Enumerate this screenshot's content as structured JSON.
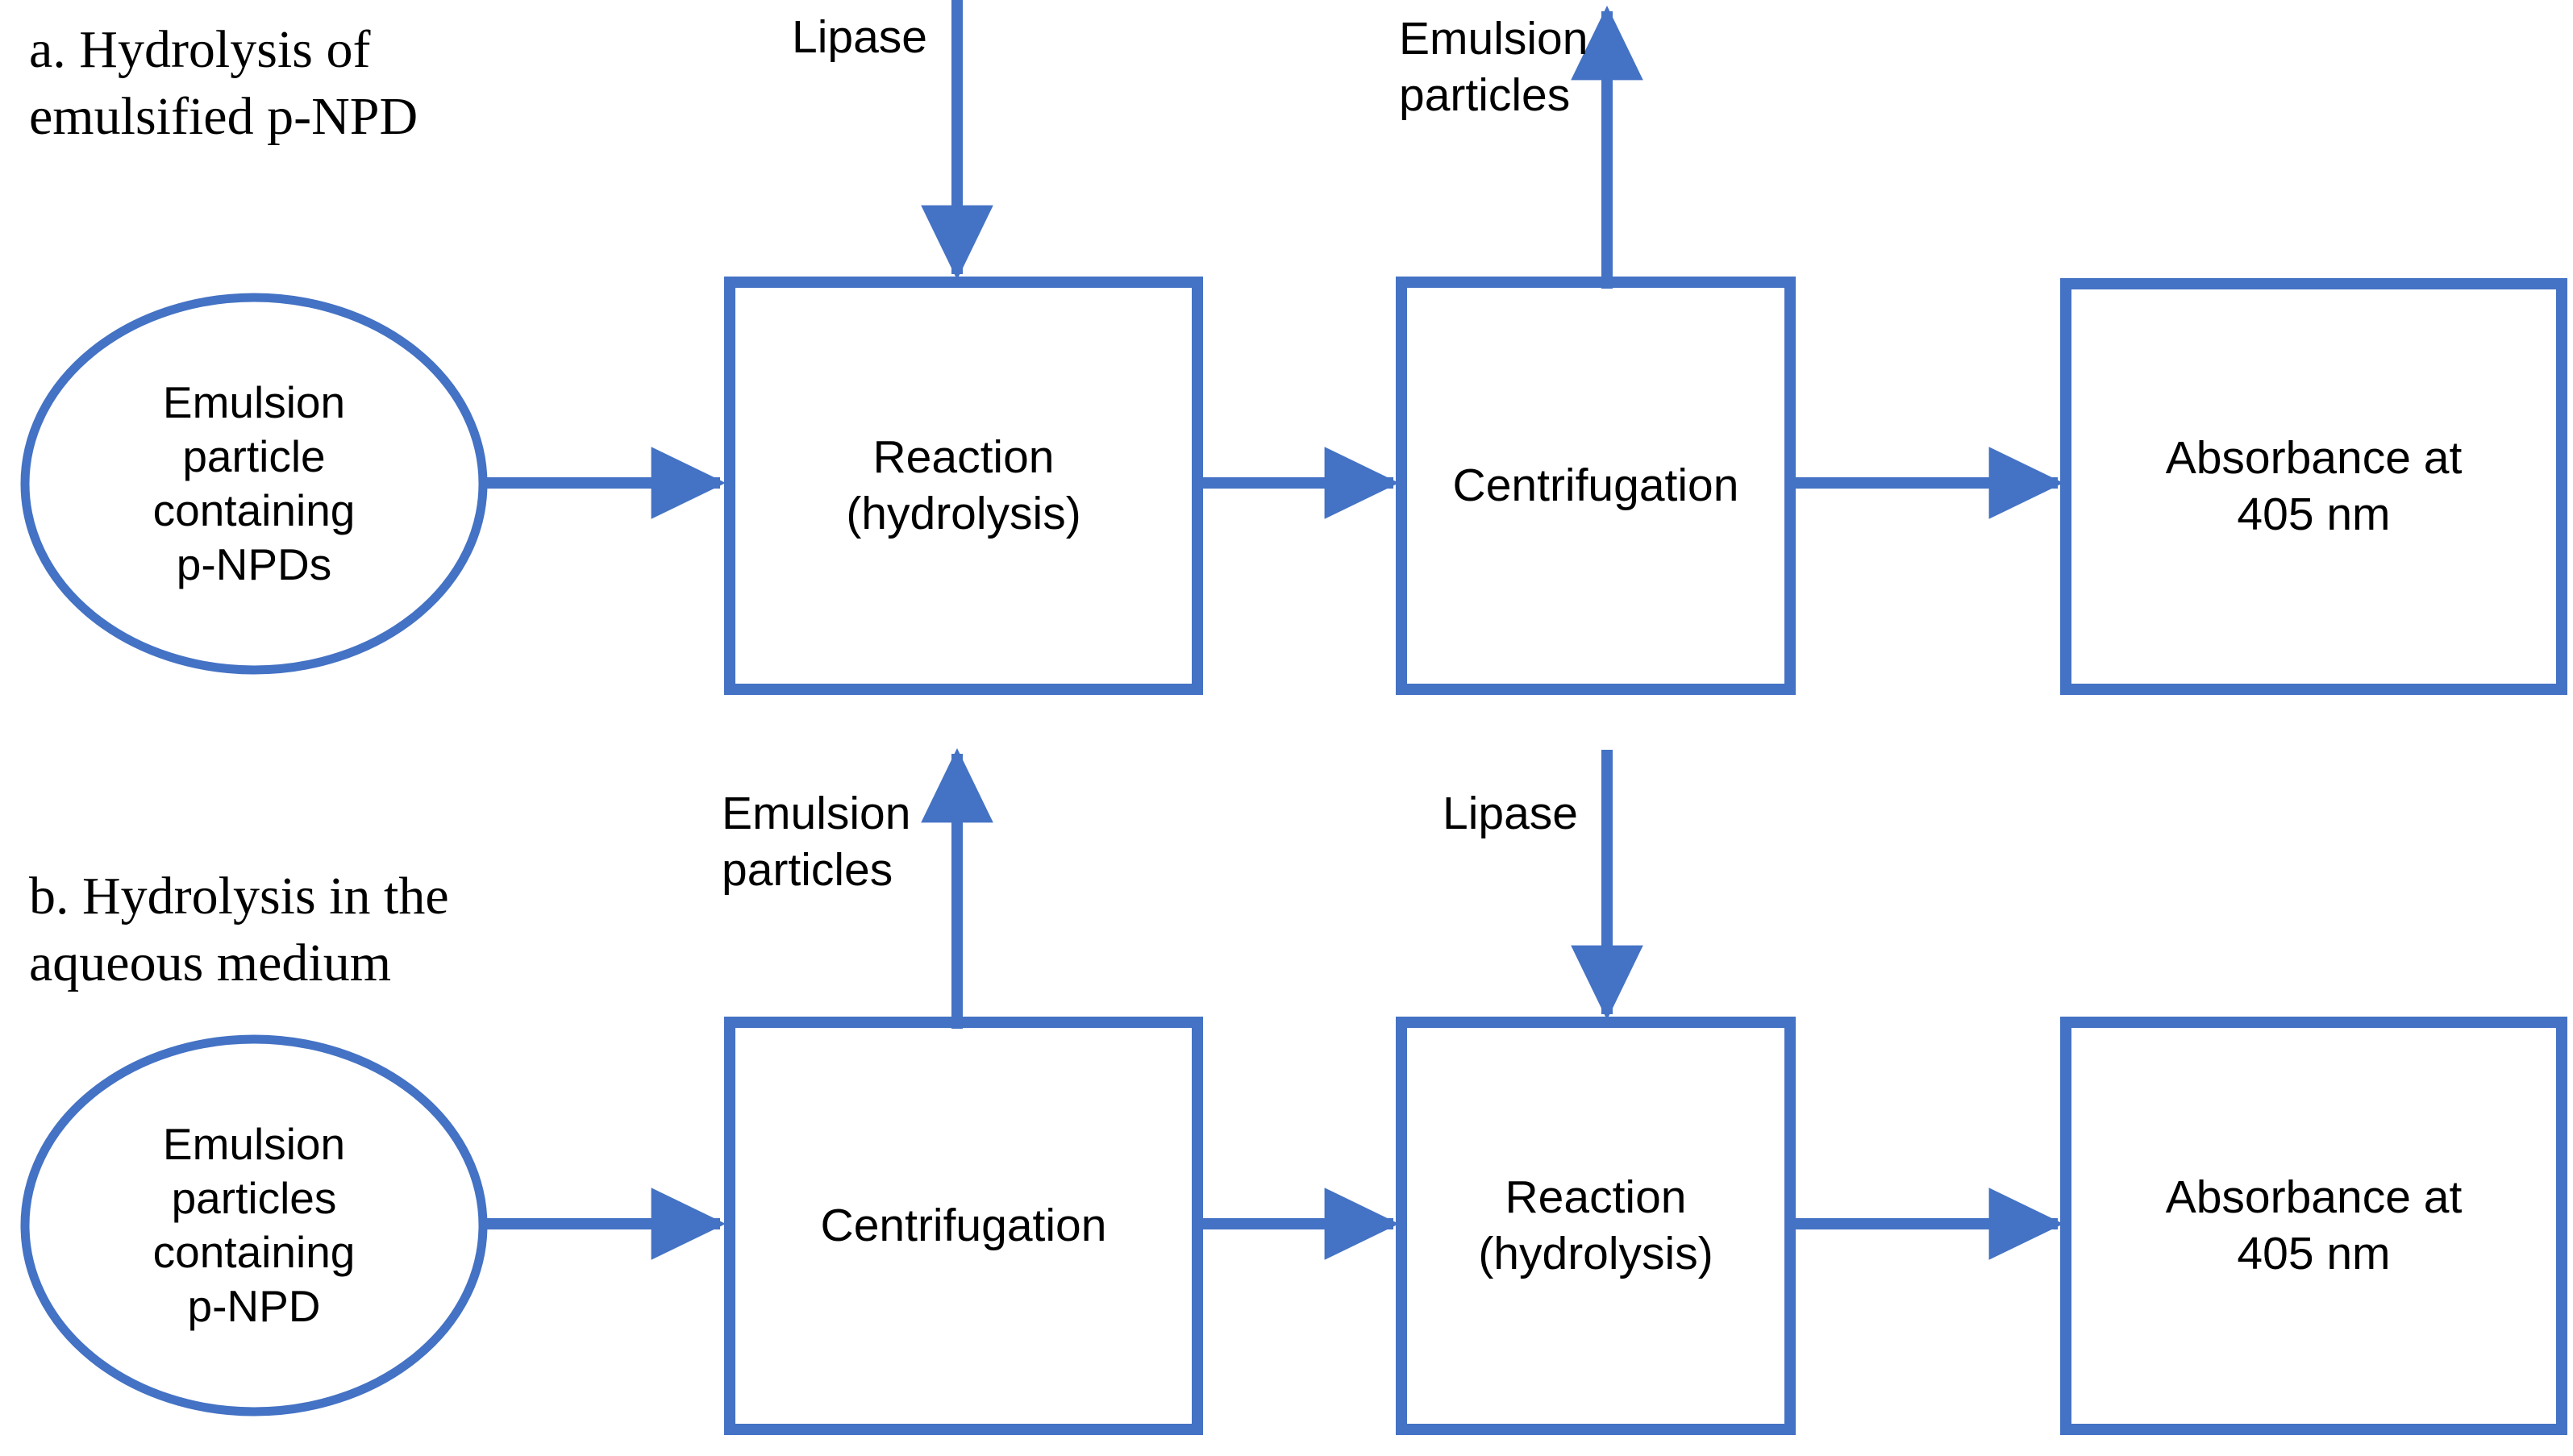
{
  "figure": {
    "background_color": "#ffffff",
    "accent_color": "#4472C4",
    "text_color": "#000000"
  },
  "panels": [
    {
      "id": "a",
      "title": "a. Hydrolysis of\nemulsified p-NPD",
      "start_node": {
        "shape": "ellipse",
        "label": "Emulsion\nparticle\ncontaining\np-NPDs"
      },
      "steps": [
        {
          "label": "Reaction\n(hydrolysis)"
        },
        {
          "label": "Centrifugation"
        },
        {
          "label": "Absorbance at\n405 nm"
        }
      ],
      "side_labels": [
        {
          "text": "Lipase",
          "direction": "in"
        },
        {
          "text": "Emulsion\nparticles",
          "direction": "out"
        }
      ]
    },
    {
      "id": "b",
      "title": "b. Hydrolysis in the\naqueous medium",
      "start_node": {
        "shape": "ellipse",
        "label": "Emulsion\nparticles\ncontaining\np-NPD"
      },
      "steps": [
        {
          "label": "Centrifugation"
        },
        {
          "label": "Reaction\n(hydrolysis)"
        },
        {
          "label": "Absorbance at\n405 nm"
        }
      ],
      "side_labels": [
        {
          "text": "Emulsion\nparticles",
          "direction": "out"
        },
        {
          "text": "Lipase",
          "direction": "in"
        }
      ]
    }
  ]
}
